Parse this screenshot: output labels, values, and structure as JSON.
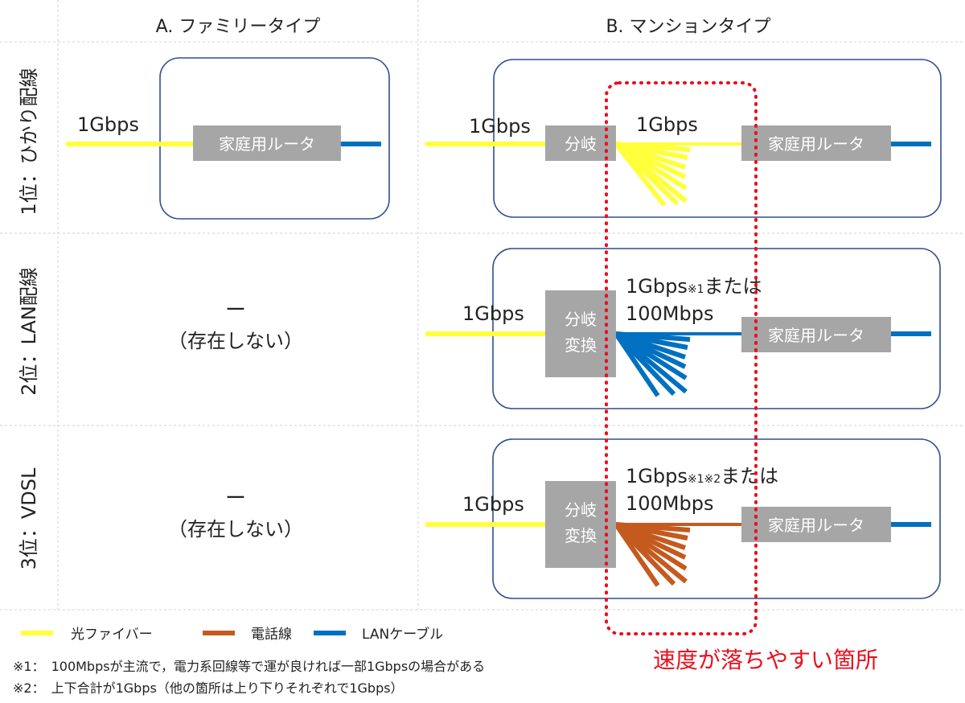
{
  "headers": {
    "col_a": "A. ファミリータイプ",
    "col_b": "B. マンションタイプ"
  },
  "rows": [
    {
      "label": "1位：ひかり配線",
      "family": {
        "speed": "1Gbps",
        "router": "家庭用ルータ"
      },
      "mansion": {
        "in_speed": "1Gbps",
        "node_line1": "分岐",
        "node_line2": "",
        "out_line1": "1Gbps",
        "out_line2": "",
        "router": "家庭用ルータ",
        "wire": "fiber"
      }
    },
    {
      "label": "2位：LAN配線",
      "family": {
        "dash": "ー",
        "none": "（存在しない）"
      },
      "mansion": {
        "in_speed": "1Gbps",
        "node_line1": "分岐",
        "node_line2": "変換",
        "out_line1": "1Gbps",
        "out_note": "※1",
        "out_suffix": "または",
        "out_line2": "100Mbps",
        "router": "家庭用ルータ",
        "wire": "lan"
      }
    },
    {
      "label": "3位：VDSL",
      "family": {
        "dash": "ー",
        "none": "（存在しない）"
      },
      "mansion": {
        "in_speed": "1Gbps",
        "node_line1": "分岐",
        "node_line2": "変換",
        "out_line1": "1Gbps",
        "out_note": "※1※2",
        "out_suffix": "または",
        "out_line2": "100Mbps",
        "router": "家庭用ルータ",
        "wire": "phone"
      }
    }
  ],
  "legend": [
    {
      "label": "光ファイバー",
      "color": "#ffff3c"
    },
    {
      "label": "電話線",
      "color": "#c55a1e"
    },
    {
      "label": "LANケーブル",
      "color": "#0070c0"
    }
  ],
  "slow_label": "速度が落ちやすい箇所",
  "footnotes": [
    "※1：　100Mbpsが主流で，電力系回線等で運が良ければ一部1Gbpsの場合がある",
    "※2：　上下合計が1Gbps（他の箇所は上り下りそれぞれで1Gbps）"
  ],
  "colors": {
    "fiber": "#ffff3c",
    "phone": "#c55a1e",
    "lan": "#0070c0",
    "node_box": "#a6a6a6",
    "frame": "#2f4f8f",
    "highlight": "#e8101e",
    "grid": "#d0d0d0"
  }
}
